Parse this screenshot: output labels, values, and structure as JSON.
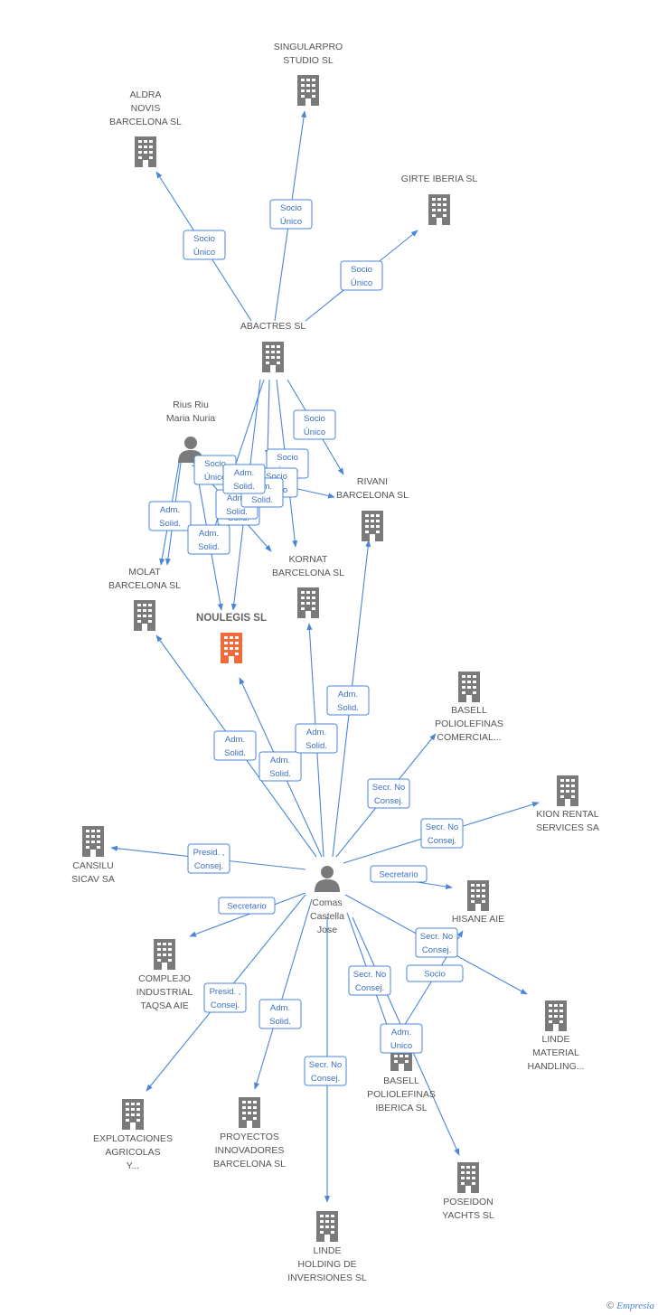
{
  "colors": {
    "edge": "#4a86d8",
    "company": "#7a7a7a",
    "main_company": "#f26b3a",
    "person": "#7a7a7a"
  },
  "nodes": [
    {
      "id": "singularpro",
      "type": "company",
      "lines": [
        "SINGULARPRO",
        "STUDIO  SL"
      ]
    },
    {
      "id": "aldra",
      "type": "company",
      "lines": [
        "ALDRA",
        "NOVIS",
        "BARCELONA SL"
      ]
    },
    {
      "id": "girte",
      "type": "company",
      "lines": [
        "GIRTE IBERIA  SL"
      ]
    },
    {
      "id": "abactres",
      "type": "company",
      "lines": [
        "ABACTRES  SL"
      ]
    },
    {
      "id": "rius",
      "type": "person",
      "lines": [
        "Rius Riu",
        "Maria Nuria"
      ]
    },
    {
      "id": "rivani",
      "type": "company",
      "lines": [
        "RIVANI",
        "BARCELONA SL"
      ]
    },
    {
      "id": "molat",
      "type": "company",
      "lines": [
        "MOLAT",
        "BARCELONA SL"
      ]
    },
    {
      "id": "kornat",
      "type": "company",
      "lines": [
        "KORNAT",
        "BARCELONA SL"
      ]
    },
    {
      "id": "noulegis",
      "type": "main",
      "lines": [
        "NOULEGIS SL"
      ]
    },
    {
      "id": "basell_com",
      "type": "company",
      "lines": [
        "BASELL",
        "POLIOLEFINAS",
        "COMERCIAL..."
      ]
    },
    {
      "id": "kion",
      "type": "company",
      "lines": [
        "KION RENTAL",
        "SERVICES SA"
      ]
    },
    {
      "id": "cansilu",
      "type": "company",
      "lines": [
        "CANSILU",
        "SICAV SA"
      ]
    },
    {
      "id": "comas",
      "type": "person",
      "lines": [
        "Comas",
        "Castella",
        "Jose"
      ]
    },
    {
      "id": "hisane",
      "type": "company",
      "lines": [
        "HISANE AIE"
      ]
    },
    {
      "id": "complejo",
      "type": "company",
      "lines": [
        "COMPLEJO",
        "INDUSTRIAL",
        "TAQSA AIE"
      ]
    },
    {
      "id": "linde_mat",
      "type": "company",
      "lines": [
        "LINDE",
        "MATERIAL",
        "HANDLING..."
      ]
    },
    {
      "id": "basell_ib",
      "type": "company",
      "lines": [
        "BASELL",
        "POLIOLEFINAS",
        "IBERICA SL"
      ]
    },
    {
      "id": "explot",
      "type": "company",
      "lines": [
        "EXPLOTACIONES",
        "AGRICOLAS",
        "Y..."
      ]
    },
    {
      "id": "proyectos",
      "type": "company",
      "lines": [
        "PROYECTOS",
        "INNOVADORES",
        "BARCELONA SL"
      ]
    },
    {
      "id": "poseidon",
      "type": "company",
      "lines": [
        "POSEIDON",
        "YACHTS SL"
      ]
    },
    {
      "id": "linde_hold",
      "type": "company",
      "lines": [
        "LINDE",
        "HOLDING DE",
        "INVERSIONES SL"
      ]
    }
  ],
  "edges": [
    {
      "id": "e1",
      "label": [
        "Socio",
        "Único"
      ]
    },
    {
      "id": "e2",
      "label": [
        "Socio",
        "Único"
      ]
    },
    {
      "id": "e3",
      "label": [
        "Socio",
        "Único"
      ]
    },
    {
      "id": "e4",
      "label": [
        "Socio",
        "Único"
      ]
    },
    {
      "id": "e5",
      "label": [
        "Socio",
        "Único"
      ]
    },
    {
      "id": "e6",
      "label": [
        "Socio",
        "Único"
      ]
    },
    {
      "id": "e7",
      "label": [
        "Adm.",
        "Solid."
      ]
    },
    {
      "id": "e8",
      "label": [
        "Adm.",
        "Solid."
      ]
    },
    {
      "id": "e9",
      "label": [
        "Socio",
        "Único"
      ]
    },
    {
      "id": "e10",
      "label": [
        "Adm.",
        "Solid."
      ]
    },
    {
      "id": "e11",
      "label": [
        "Adm.",
        "Solid."
      ]
    },
    {
      "id": "e12",
      "label": [
        "Adm.",
        "Solid."
      ]
    },
    {
      "id": "e13",
      "label": [
        "Adm.",
        "Solid."
      ]
    },
    {
      "id": "e14",
      "label": [
        "Adm.",
        "Solid."
      ]
    },
    {
      "id": "e15",
      "label": [
        "Adm.",
        "Solid."
      ]
    },
    {
      "id": "e16",
      "label": [
        "Adm.",
        "Solid."
      ]
    },
    {
      "id": "e17",
      "label": [
        "Secr.  No",
        "Consej."
      ]
    },
    {
      "id": "e18",
      "label": [
        "Secr.  No",
        "Consej."
      ]
    },
    {
      "id": "e19",
      "label": [
        "Presid. ,",
        "Consej."
      ]
    },
    {
      "id": "e20",
      "label": [
        "Secretario"
      ]
    },
    {
      "id": "e21",
      "label": [
        "Secretario"
      ]
    },
    {
      "id": "e22",
      "label": [
        "Secr.  No",
        "Consej."
      ]
    },
    {
      "id": "e23",
      "label": [
        "Socio"
      ]
    },
    {
      "id": "e24",
      "label": [
        "Secr.  No",
        "Consej."
      ]
    },
    {
      "id": "e25",
      "label": [
        "Adm.",
        "Unico"
      ]
    },
    {
      "id": "e26",
      "label": [
        "Presid. ,",
        "Consej."
      ]
    },
    {
      "id": "e27",
      "label": [
        "Adm.",
        "Solid."
      ]
    },
    {
      "id": "e28",
      "label": [
        "Secr.  No",
        "Consej."
      ]
    }
  ],
  "footer": {
    "copyright": "©",
    "brand": "Empresia"
  }
}
